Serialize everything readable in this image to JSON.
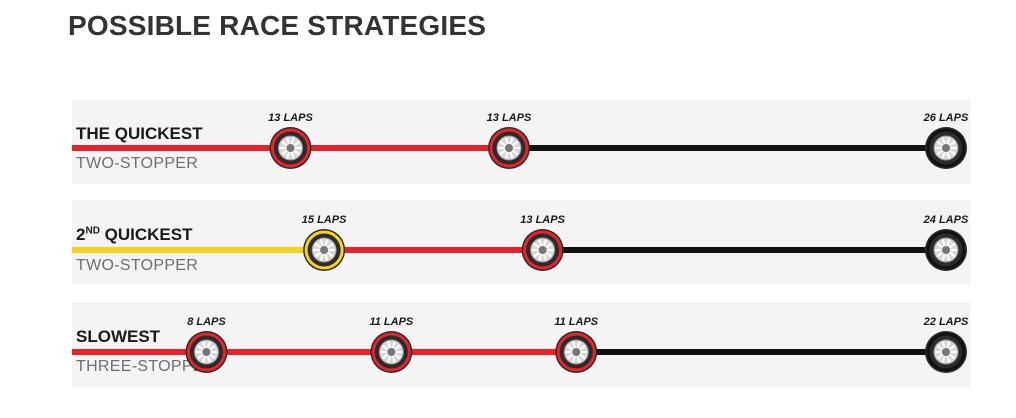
{
  "title": "POSSIBLE RACE STRATEGIES",
  "colors": {
    "soft": "#e8222d",
    "supersoft": "#f5d21f",
    "medium": "#111111",
    "tyre": "#2b2b2b",
    "band": "#f4f4f4"
  },
  "chart_data": {
    "type": "bar",
    "strategies": [
      {
        "name_main": "THE QUICKEST",
        "name_sup": "",
        "type": "TWO-STOPPER",
        "stints": [
          {
            "laps_label": "13 LAPS",
            "laps": 13,
            "compound": "soft"
          },
          {
            "laps_label": "13 LAPS",
            "laps": 13,
            "compound": "soft"
          },
          {
            "laps_label": "26 LAPS",
            "laps": 26,
            "compound": "medium"
          }
        ]
      },
      {
        "name_prefix": "2",
        "name_sup": "ND",
        "name_main": " QUICKEST",
        "type": "TWO-STOPPER",
        "stints": [
          {
            "laps_label": "15 LAPS",
            "laps": 15,
            "compound": "supersoft"
          },
          {
            "laps_label": "13 LAPS",
            "laps": 13,
            "compound": "soft"
          },
          {
            "laps_label": "24 LAPS",
            "laps": 24,
            "compound": "medium"
          }
        ]
      },
      {
        "name_main": "SLOWEST",
        "name_sup": "",
        "type": "THREE-STOPPER",
        "stints": [
          {
            "laps_label": "8 LAPS",
            "laps": 8,
            "compound": "soft"
          },
          {
            "laps_label": "11 LAPS",
            "laps": 11,
            "compound": "soft"
          },
          {
            "laps_label": "11 LAPS",
            "laps": 11,
            "compound": "soft"
          },
          {
            "laps_label": "22 LAPS",
            "laps": 22,
            "compound": "medium"
          }
        ]
      }
    ]
  }
}
